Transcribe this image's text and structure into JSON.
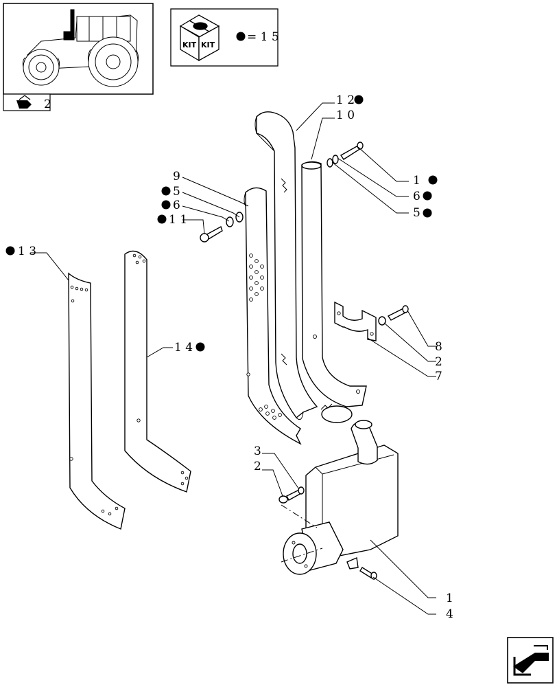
{
  "kit_box": {
    "badge_left": "KIT",
    "badge_right": "KIT",
    "legend": "= 1 5"
  },
  "thumbnail": {
    "ref_mark": "2"
  },
  "callouts": [
    {
      "id": "12",
      "text": "1 2"
    },
    {
      "id": "10",
      "text": "1 0"
    },
    {
      "id": "1a",
      "text": "1"
    },
    {
      "id": "6a",
      "text": "6"
    },
    {
      "id": "5a",
      "text": "5"
    },
    {
      "id": "9",
      "text": "9"
    },
    {
      "id": "5b",
      "text": "5"
    },
    {
      "id": "6b",
      "text": "6"
    },
    {
      "id": "11",
      "text": "1 1"
    },
    {
      "id": "13",
      "text": "1 3"
    },
    {
      "id": "14",
      "text": "1 4"
    },
    {
      "id": "8",
      "text": "8"
    },
    {
      "id": "2a",
      "text": "2"
    },
    {
      "id": "7",
      "text": "7"
    },
    {
      "id": "3",
      "text": "3"
    },
    {
      "id": "2b",
      "text": "2"
    },
    {
      "id": "1b",
      "text": "1"
    },
    {
      "id": "4",
      "text": "4"
    }
  ]
}
